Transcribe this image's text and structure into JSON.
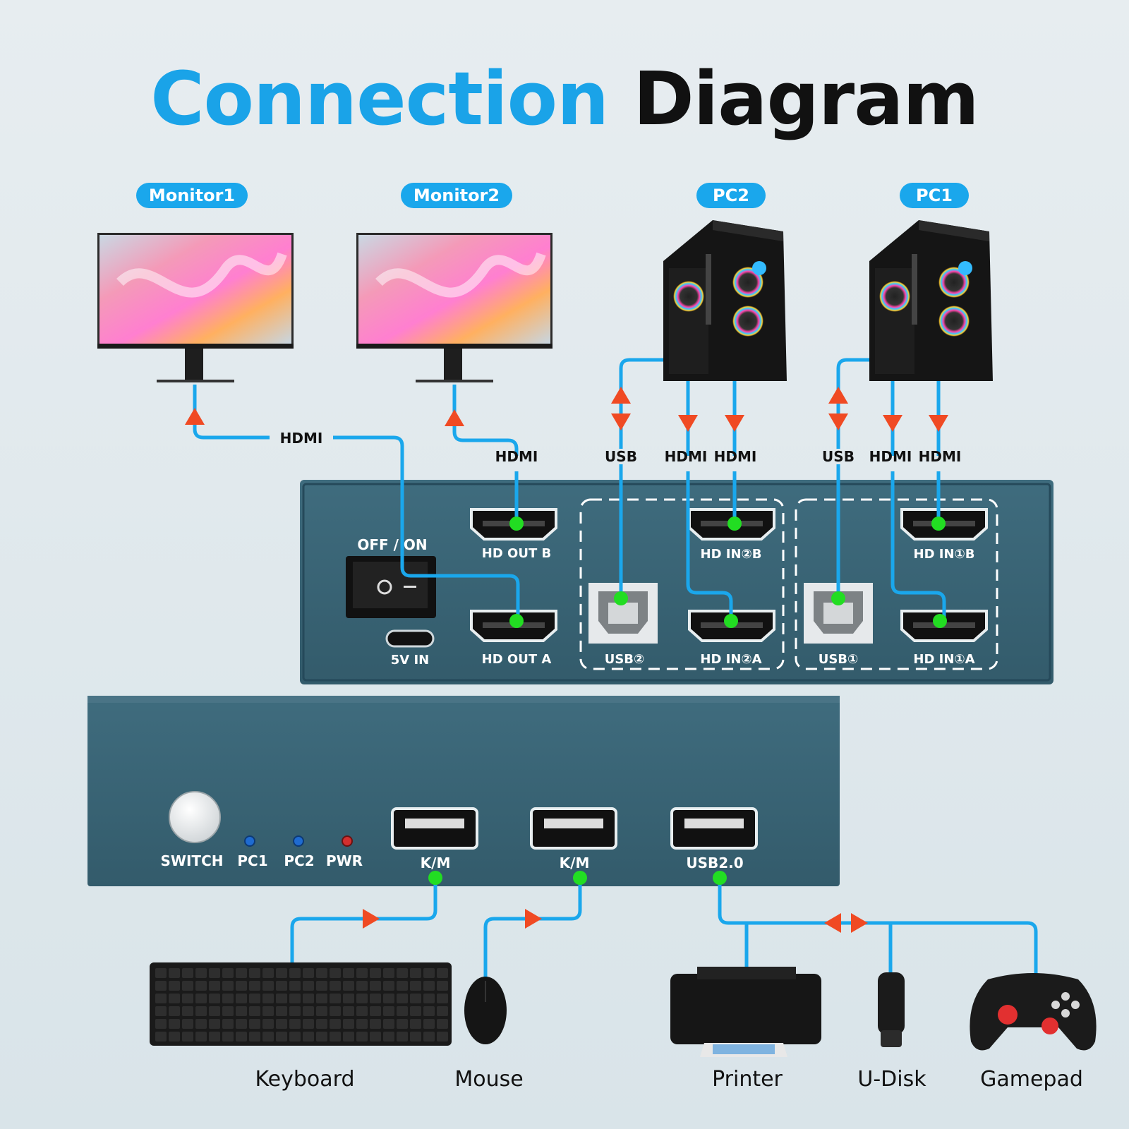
{
  "title": {
    "part1": "Connection",
    "part2": "Diagram"
  },
  "top_devices": {
    "monitor1": "Monitor1",
    "monitor2": "Monitor2",
    "pc2": "PC2",
    "pc1": "PC1"
  },
  "cable_labels": {
    "hdmi_monitor1": "HDMI",
    "hdmi_monitor2": "HDMI",
    "usb_pc2": "USB",
    "hdmi_pc2_a": "HDMI",
    "hdmi_pc2_b": "HDMI",
    "usb_pc1": "USB",
    "hdmi_pc1_a": "HDMI",
    "hdmi_pc1_b": "HDMI"
  },
  "rear_panel": {
    "switch_label": "OFF / ON",
    "power_port": "5V IN",
    "hd_out_b": "HD OUT B",
    "hd_out_a": "HD OUT A",
    "usb2": "USB②",
    "hd_in2_b": "HD IN②B",
    "hd_in2_a": "HD IN②A",
    "usb1": "USB①",
    "hd_in1_b": "HD IN①B",
    "hd_in1_a": "HD IN①A"
  },
  "front_panel": {
    "switch_button": "SWITCH",
    "led_pc1": "PC1",
    "led_pc2": "PC2",
    "led_pwr": "PWR",
    "port_km1": "K/M",
    "port_km2": "K/M",
    "port_usb20": "USB2.0"
  },
  "peripherals": {
    "keyboard": "Keyboard",
    "mouse": "Mouse",
    "printer": "Printer",
    "udisk": "U-Disk",
    "gamepad": "Gamepad"
  },
  "colors": {
    "cable": "#1aa7ec",
    "arrow": "#f04a23",
    "connector_dot": "#22dd22",
    "panel": "#3a6678",
    "accent": "#1aa3e8"
  }
}
